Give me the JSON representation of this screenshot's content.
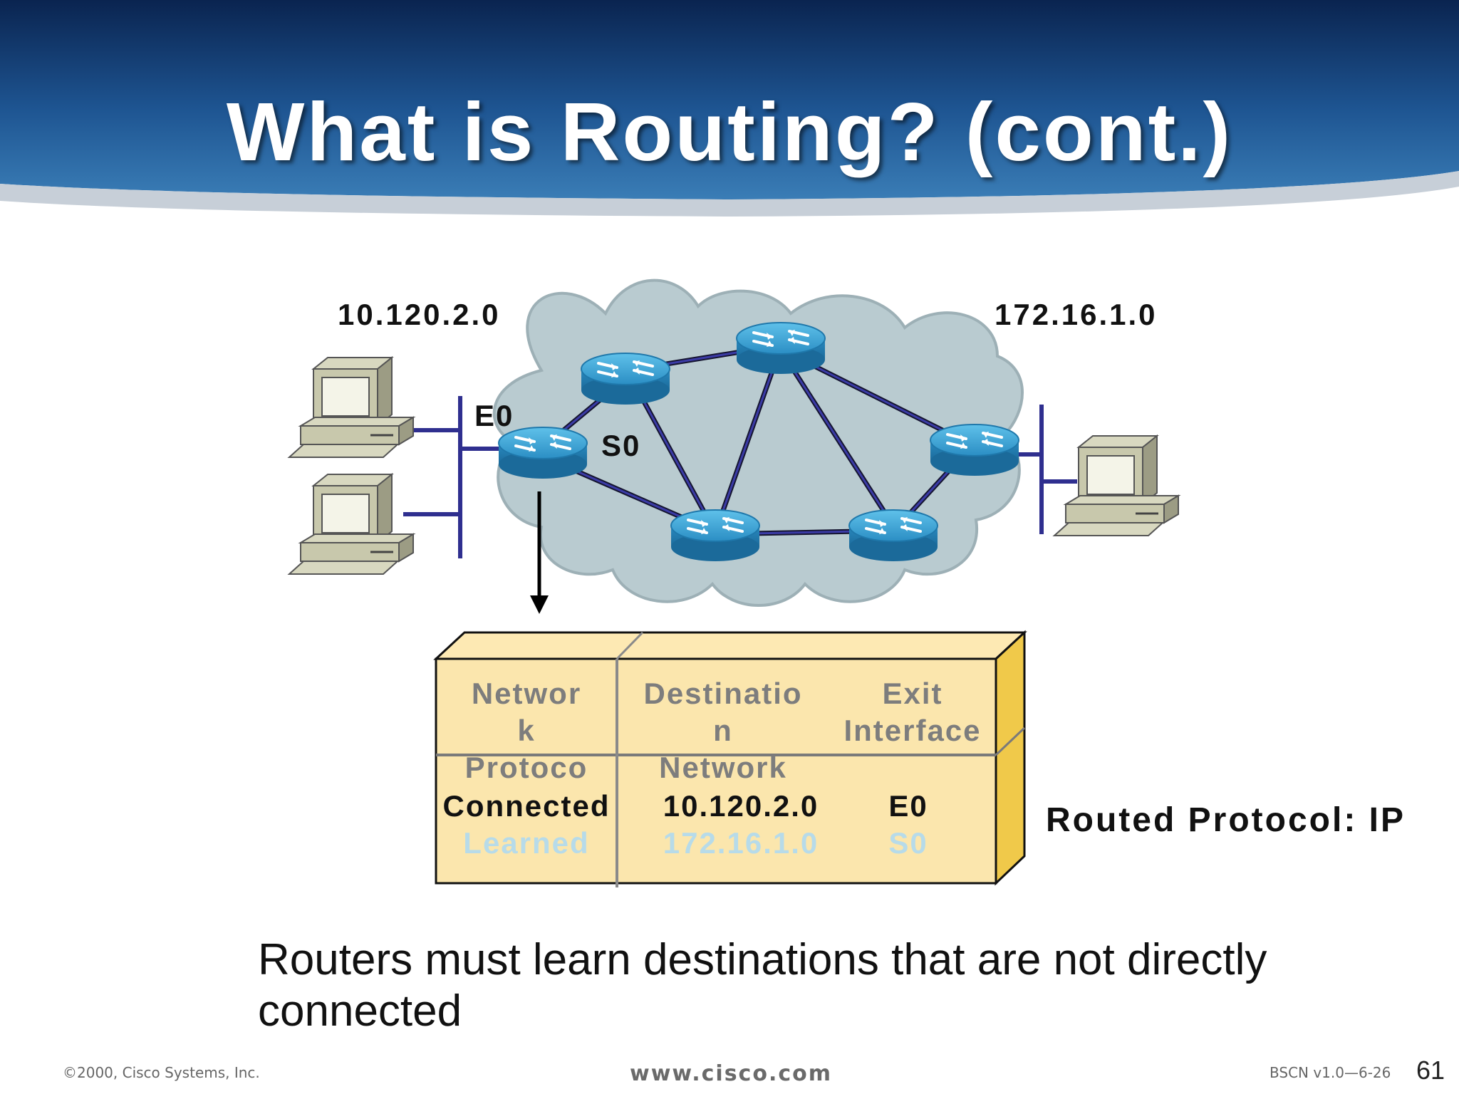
{
  "slide": {
    "title": "What is Routing? (cont.)",
    "colors": {
      "banner_dark": "#0b2a55",
      "banner_mid": "#2a6aa3",
      "cloud": "#b7c9cf",
      "router": "#2f95c9",
      "table": "#fbe6ad",
      "link": "#2e2e8f"
    }
  },
  "diagram": {
    "network_left": "10.120.2.0",
    "network_right": "172.16.1.0",
    "interface_e0": "E0",
    "interface_s0": "S0",
    "icons": [
      "pc-icon",
      "router-icon",
      "cloud-icon",
      "arrow-down-icon"
    ]
  },
  "routing_table": {
    "headers": {
      "protocol": "Networ\nk\nProtoco\nl",
      "destination": "Destinatio\nn\nNetwork",
      "exit": "Exit\nInterface"
    },
    "rows": [
      {
        "protocol": "Connected",
        "destination": "10.120.2.0",
        "exit": "E0"
      },
      {
        "protocol": "Learned",
        "destination": "172.16.1.0",
        "exit": "S0"
      }
    ]
  },
  "routed_protocol": "Routed Protocol: IP",
  "bullet": "Routers must learn destinations that are not directly connected",
  "footer": {
    "copyright": "©2000, Cisco Systems, Inc.",
    "url": "www.cisco.com",
    "course": "BSCN v1.0—6-26",
    "page": "61"
  }
}
